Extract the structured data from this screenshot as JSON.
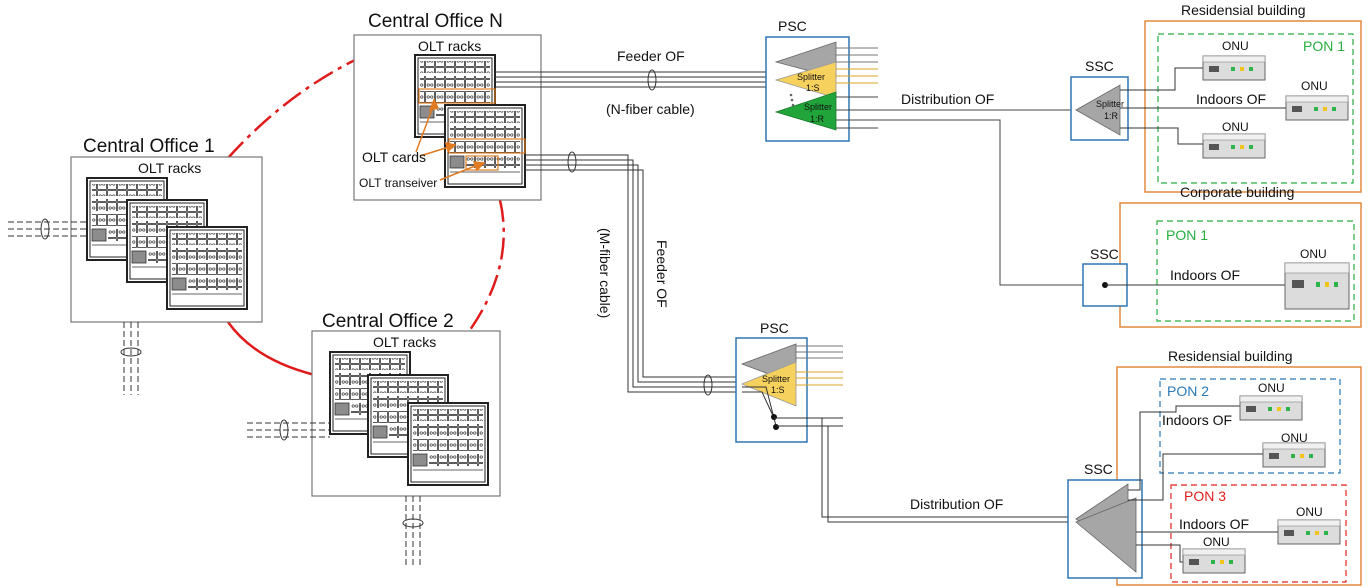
{
  "central_offices": [
    {
      "id": "co1",
      "title": "Central Office 1",
      "racks_label": "OLT racks"
    },
    {
      "id": "co2",
      "title": "Central Office 2",
      "racks_label": "OLT racks"
    },
    {
      "id": "coN",
      "title": "Central Office N",
      "racks_label": "OLT racks"
    }
  ],
  "annotations": {
    "olt_cards": "OLT cards",
    "olt_transceiver": "OLT transeiver"
  },
  "feeder_top": {
    "label": "Feeder OF",
    "cable": "(N-fiber cable)"
  },
  "feeder_vertical": {
    "label": "Feeder OF",
    "cable": "(M-fiber cable)"
  },
  "psc_top": {
    "label": "PSC",
    "splitter_s": "Splitter 1:S",
    "splitter_s_l1": "Splitter",
    "splitter_s_l2": "1:S",
    "splitter_r_l1": "Splitter",
    "splitter_r_l2": "1:R"
  },
  "psc_bottom": {
    "label": "PSC",
    "splitter_s_l1": "Splitter",
    "splitter_s_l2": "1:S"
  },
  "distribution_top": "Distribution OF",
  "distribution_bottom": "Distribution OF",
  "buildings": [
    {
      "id": "b1",
      "title": "Residensial building",
      "ssc": "SSC",
      "splitter_l1": "Splitter",
      "splitter_l2": "1:R",
      "pon": "PON 1",
      "pon_color": "#27ae3f",
      "indoors": "Indoors OF",
      "onu": [
        "ONU",
        "ONU",
        "ONU"
      ]
    },
    {
      "id": "b2",
      "title": "Corporate building",
      "ssc": "SSC",
      "pon": "PON 1",
      "pon_color": "#27ae3f",
      "indoors": "Indoors OF",
      "onu": [
        "ONU"
      ]
    },
    {
      "id": "b3",
      "title": "Residensial building",
      "ssc": "SSC",
      "pon2": "PON 2",
      "pon2_color": "#2a7ab8",
      "pon3": "PON 3",
      "pon3_color": "#e0211c",
      "indoors_a": "Indoors OF",
      "indoors_b": "Indoors OF",
      "onu": [
        "ONU",
        "ONU",
        "ONU",
        "ONU"
      ]
    }
  ],
  "colors": {
    "ring": "#e01b1b",
    "building_border": "#e08a3c",
    "box_blue": "#2e75b6",
    "splitter_yellow": "#f7d15e",
    "splitter_green": "#21a43a",
    "splitter_gray": "#a6a6a6",
    "arrow_orange": "#e07b22"
  }
}
